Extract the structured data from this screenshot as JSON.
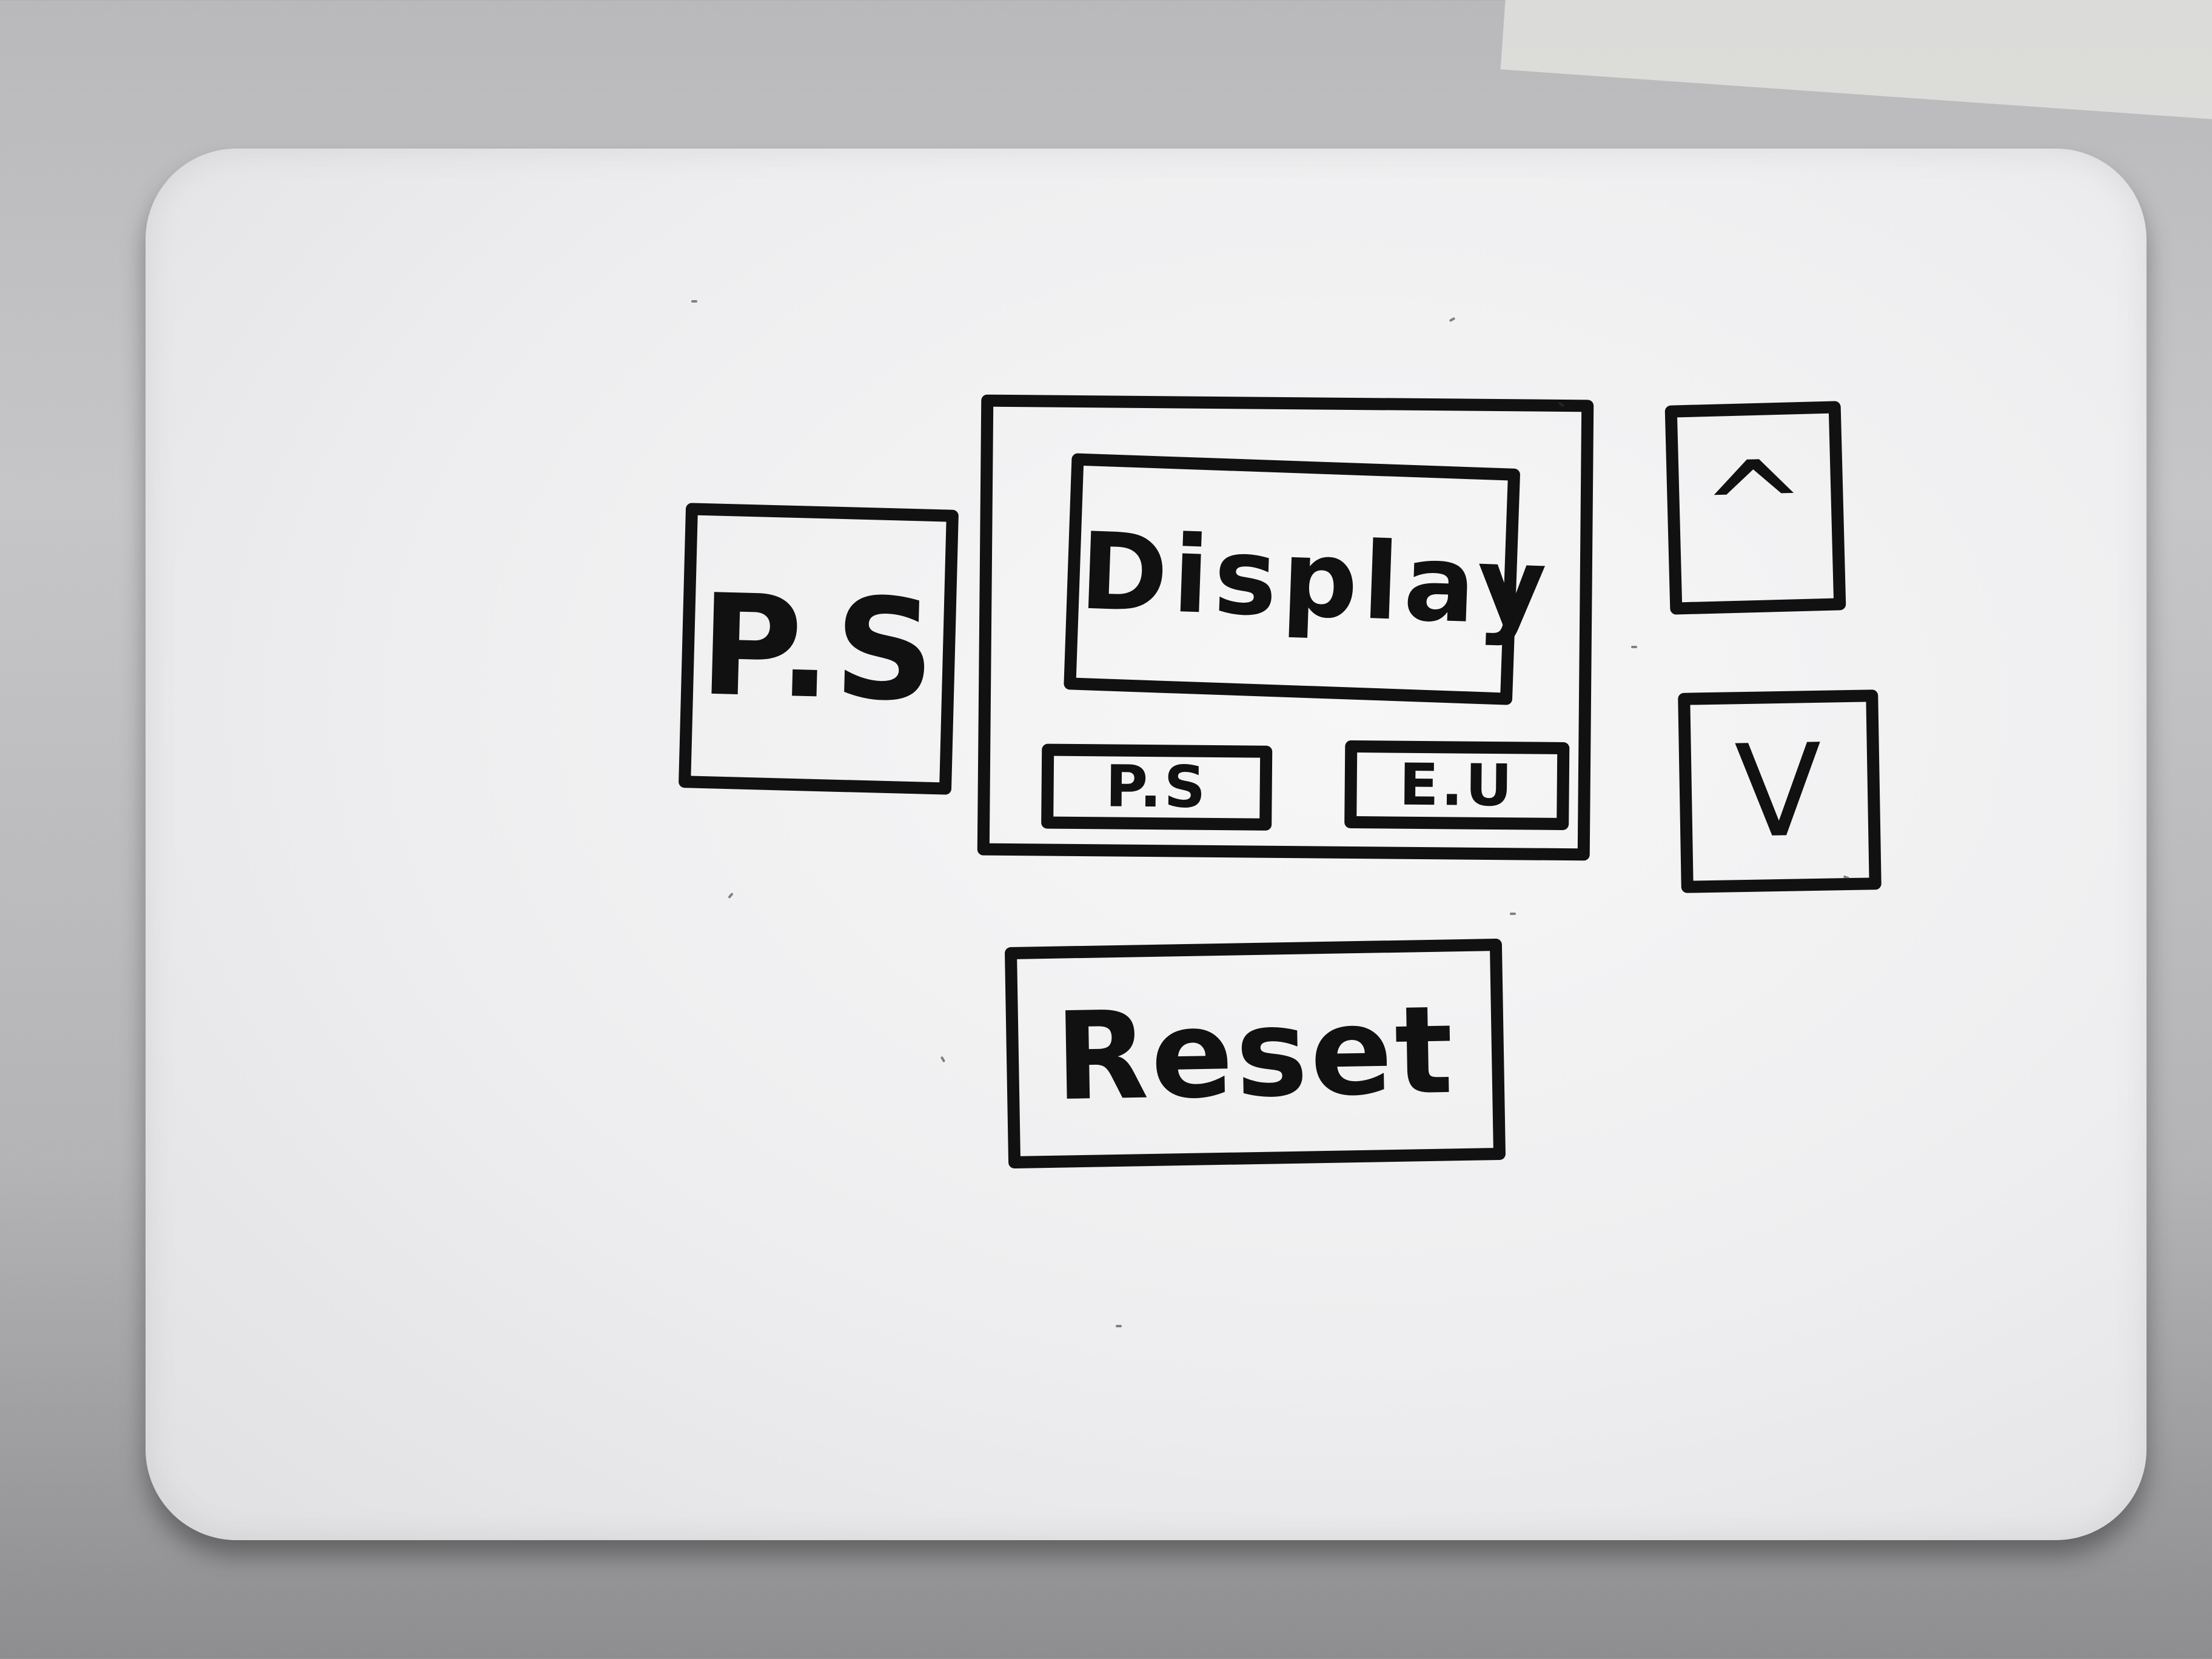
{
  "whiteboard_sketch": {
    "power_button": {
      "label": "P.S"
    },
    "display": {
      "screen_label": "Display",
      "mode_buttons": [
        {
          "label": "P.S"
        },
        {
          "label": "E.U"
        }
      ]
    },
    "up_button": {
      "label": "^"
    },
    "down_button": {
      "label": "V"
    },
    "reset_button": {
      "label": "Reset"
    }
  }
}
